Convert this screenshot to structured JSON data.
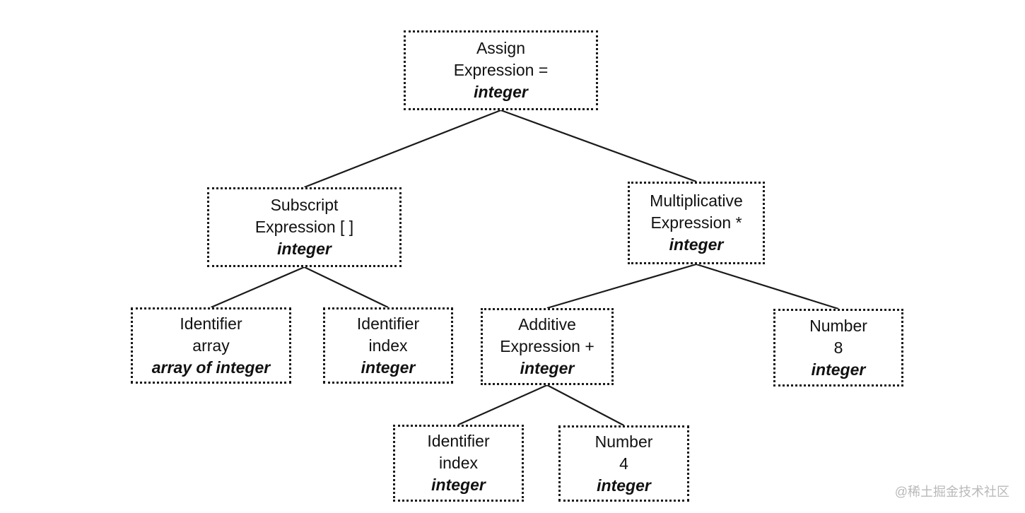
{
  "nodes": {
    "assign": {
      "lines": [
        "Assign",
        "Expression ="
      ],
      "type": "integer"
    },
    "subscript": {
      "lines": [
        "Subscript",
        "Expression [ ]"
      ],
      "type": "integer"
    },
    "multiplicative": {
      "lines": [
        "Multiplicative",
        "Expression *"
      ],
      "type": "integer"
    },
    "ident_array": {
      "lines": [
        "Identifier",
        "array"
      ],
      "type": "array of integer"
    },
    "ident_index_1": {
      "lines": [
        "Identifier",
        "index"
      ],
      "type": "integer"
    },
    "additive": {
      "lines": [
        "Additive",
        "Expression +"
      ],
      "type": "integer"
    },
    "number_8": {
      "lines": [
        "Number",
        "8"
      ],
      "type": "integer"
    },
    "ident_index_2": {
      "lines": [
        "Identifier",
        "index"
      ],
      "type": "integer"
    },
    "number_4": {
      "lines": [
        "Number",
        "4"
      ],
      "type": "integer"
    }
  },
  "edges": [
    [
      "assign",
      "subscript"
    ],
    [
      "assign",
      "multiplicative"
    ],
    [
      "subscript",
      "ident_array"
    ],
    [
      "subscript",
      "ident_index_1"
    ],
    [
      "multiplicative",
      "additive"
    ],
    [
      "multiplicative",
      "number_8"
    ],
    [
      "additive",
      "ident_index_2"
    ],
    [
      "additive",
      "number_4"
    ]
  ],
  "watermark": "@稀土掘金技术社区"
}
